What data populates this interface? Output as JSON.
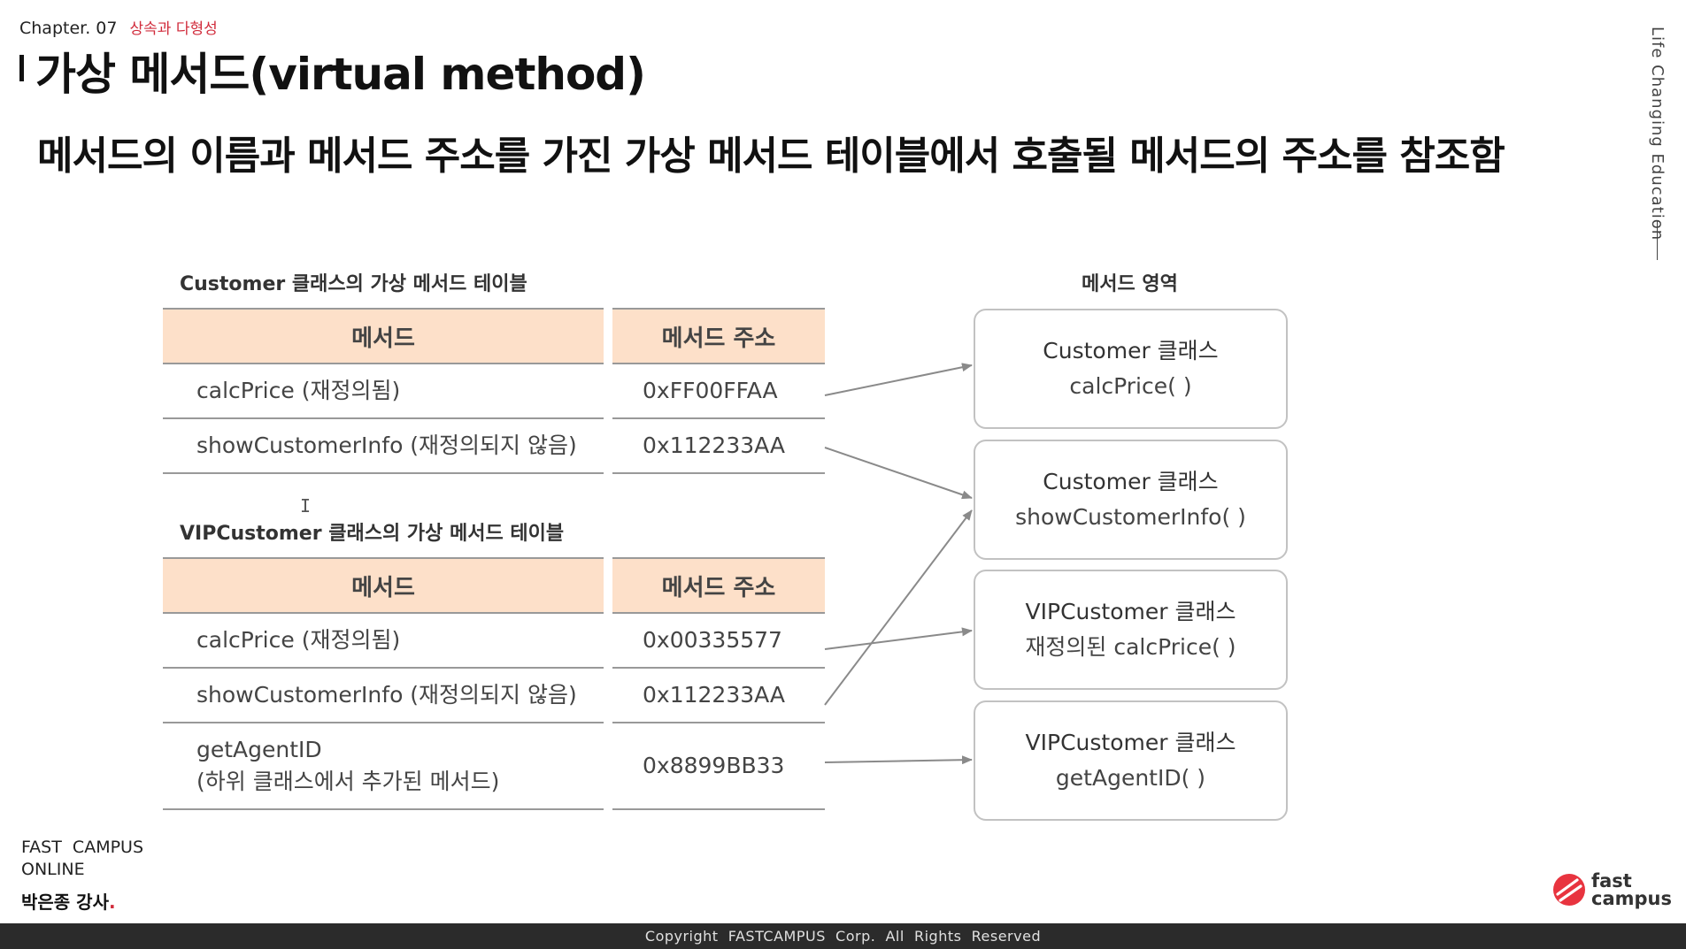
{
  "header": {
    "chapter_label": "Chapter. 07",
    "chapter_subtitle": "상속과 다형성",
    "title": "가상 메서드(virtual method)",
    "subtitle": "메서드의 이름과 메서드 주소를 가진 가상 메서드 테이블에서 호출될 메서드의 주소를 참조함"
  },
  "side_text": "Life Changing Education",
  "customer_table": {
    "caption": "Customer 클래스의 가상 메서드 테이블",
    "col_method": "메서드",
    "col_address": "메서드 주소",
    "rows": [
      {
        "method": "calcPrice (재정의됨)",
        "address": "0xFF00FFAA"
      },
      {
        "method": "showCustomerInfo (재정의되지 않음)",
        "address": "0x112233AA"
      }
    ]
  },
  "vip_table": {
    "caption": "VIPCustomer 클래스의 가상 메서드 테이블",
    "col_method": "메서드",
    "col_address": "메서드 주소",
    "rows": [
      {
        "method": "calcPrice (재정의됨)",
        "address": "0x00335577"
      },
      {
        "method": "showCustomerInfo (재정의되지 않음)",
        "address": "0x112233AA"
      },
      {
        "method_line1": "getAgentID",
        "method_line2": "(하위 클래스에서 추가된 메서드)",
        "address": "0x8899BB33"
      }
    ]
  },
  "method_area": {
    "caption": "메서드 영역",
    "boxes": [
      {
        "line1": "Customer 클래스",
        "line2": "calcPrice( )"
      },
      {
        "line1": "Customer 클래스",
        "line2": "showCustomerInfo( )"
      },
      {
        "line1": "VIPCustomer 클래스",
        "line2": "재정의된 calcPrice( )"
      },
      {
        "line1": "VIPCustomer 클래스",
        "line2": "getAgentID( )"
      }
    ]
  },
  "footer": {
    "brand_line1": "FAST  CAMPUS",
    "brand_line2": "ONLINE",
    "lecturer": "박은종 강사",
    "lecturer_dot": ".",
    "logo_line1": "fast",
    "logo_line2": "campus",
    "copyright": "Copyright  FASTCAMPUS  Corp.  All  Rights  Reserved"
  },
  "colors": {
    "accent_red": "#d12c3c",
    "table_header_bg": "#fde0c9",
    "footer_bg": "#2b2b2b"
  }
}
